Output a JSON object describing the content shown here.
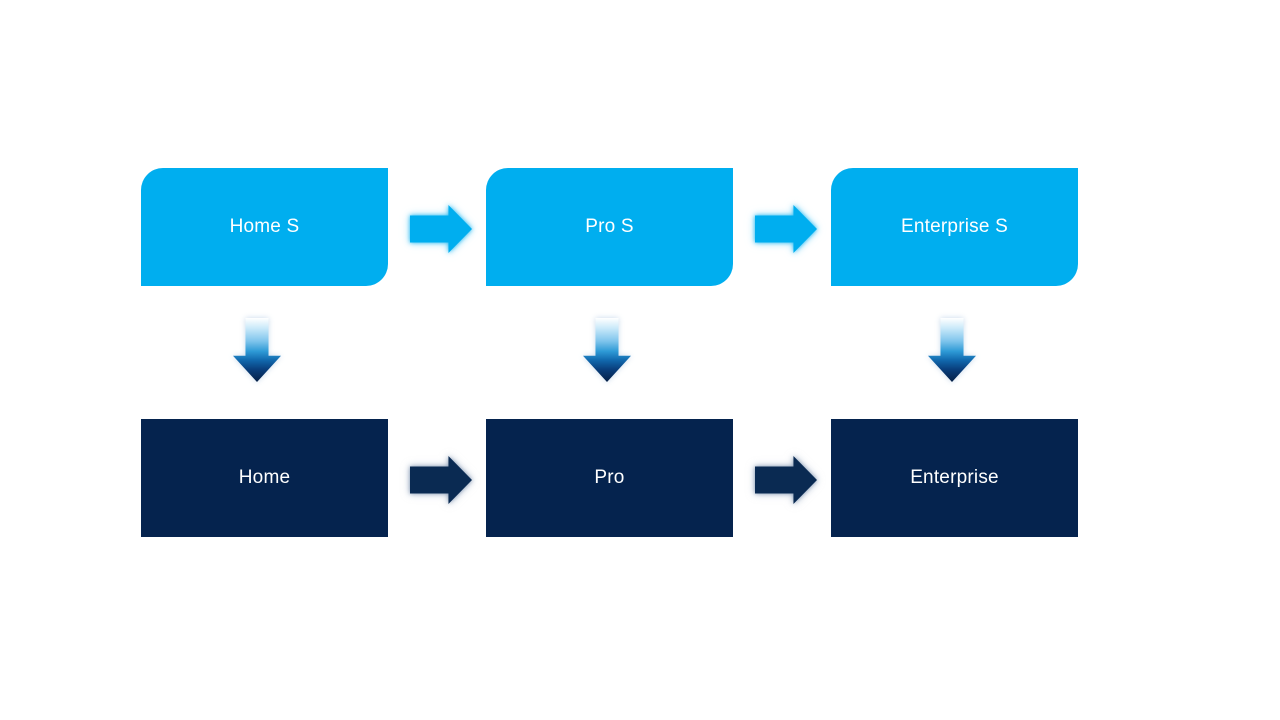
{
  "page": {
    "background": "#FFFFFF"
  },
  "colors": {
    "page_bg": "#FFFFFF",
    "top_box_fill": "#00AEEF",
    "bottom_box_fill": "#05234E",
    "box_text": "#FFFFFF",
    "top_arrow_fill": "#00AEEF",
    "bottom_arrow_fill": "#0A2A52",
    "down_arrow_top": "#FFFFFF",
    "down_arrow_mid": "#2E9AD6",
    "down_arrow_bottom": "#051F45"
  },
  "diagram": {
    "type": "flow",
    "columns": [
      {
        "top_box": "Home S",
        "bottom_box": "Home"
      },
      {
        "top_box": "Pro S",
        "bottom_box": "Pro"
      },
      {
        "top_box": "Enterprise S",
        "bottom_box": "Enterprise"
      }
    ],
    "icons": {
      "horizontal_connector": "right-arrow-icon",
      "vertical_connector": "down-arrow-icon"
    }
  }
}
